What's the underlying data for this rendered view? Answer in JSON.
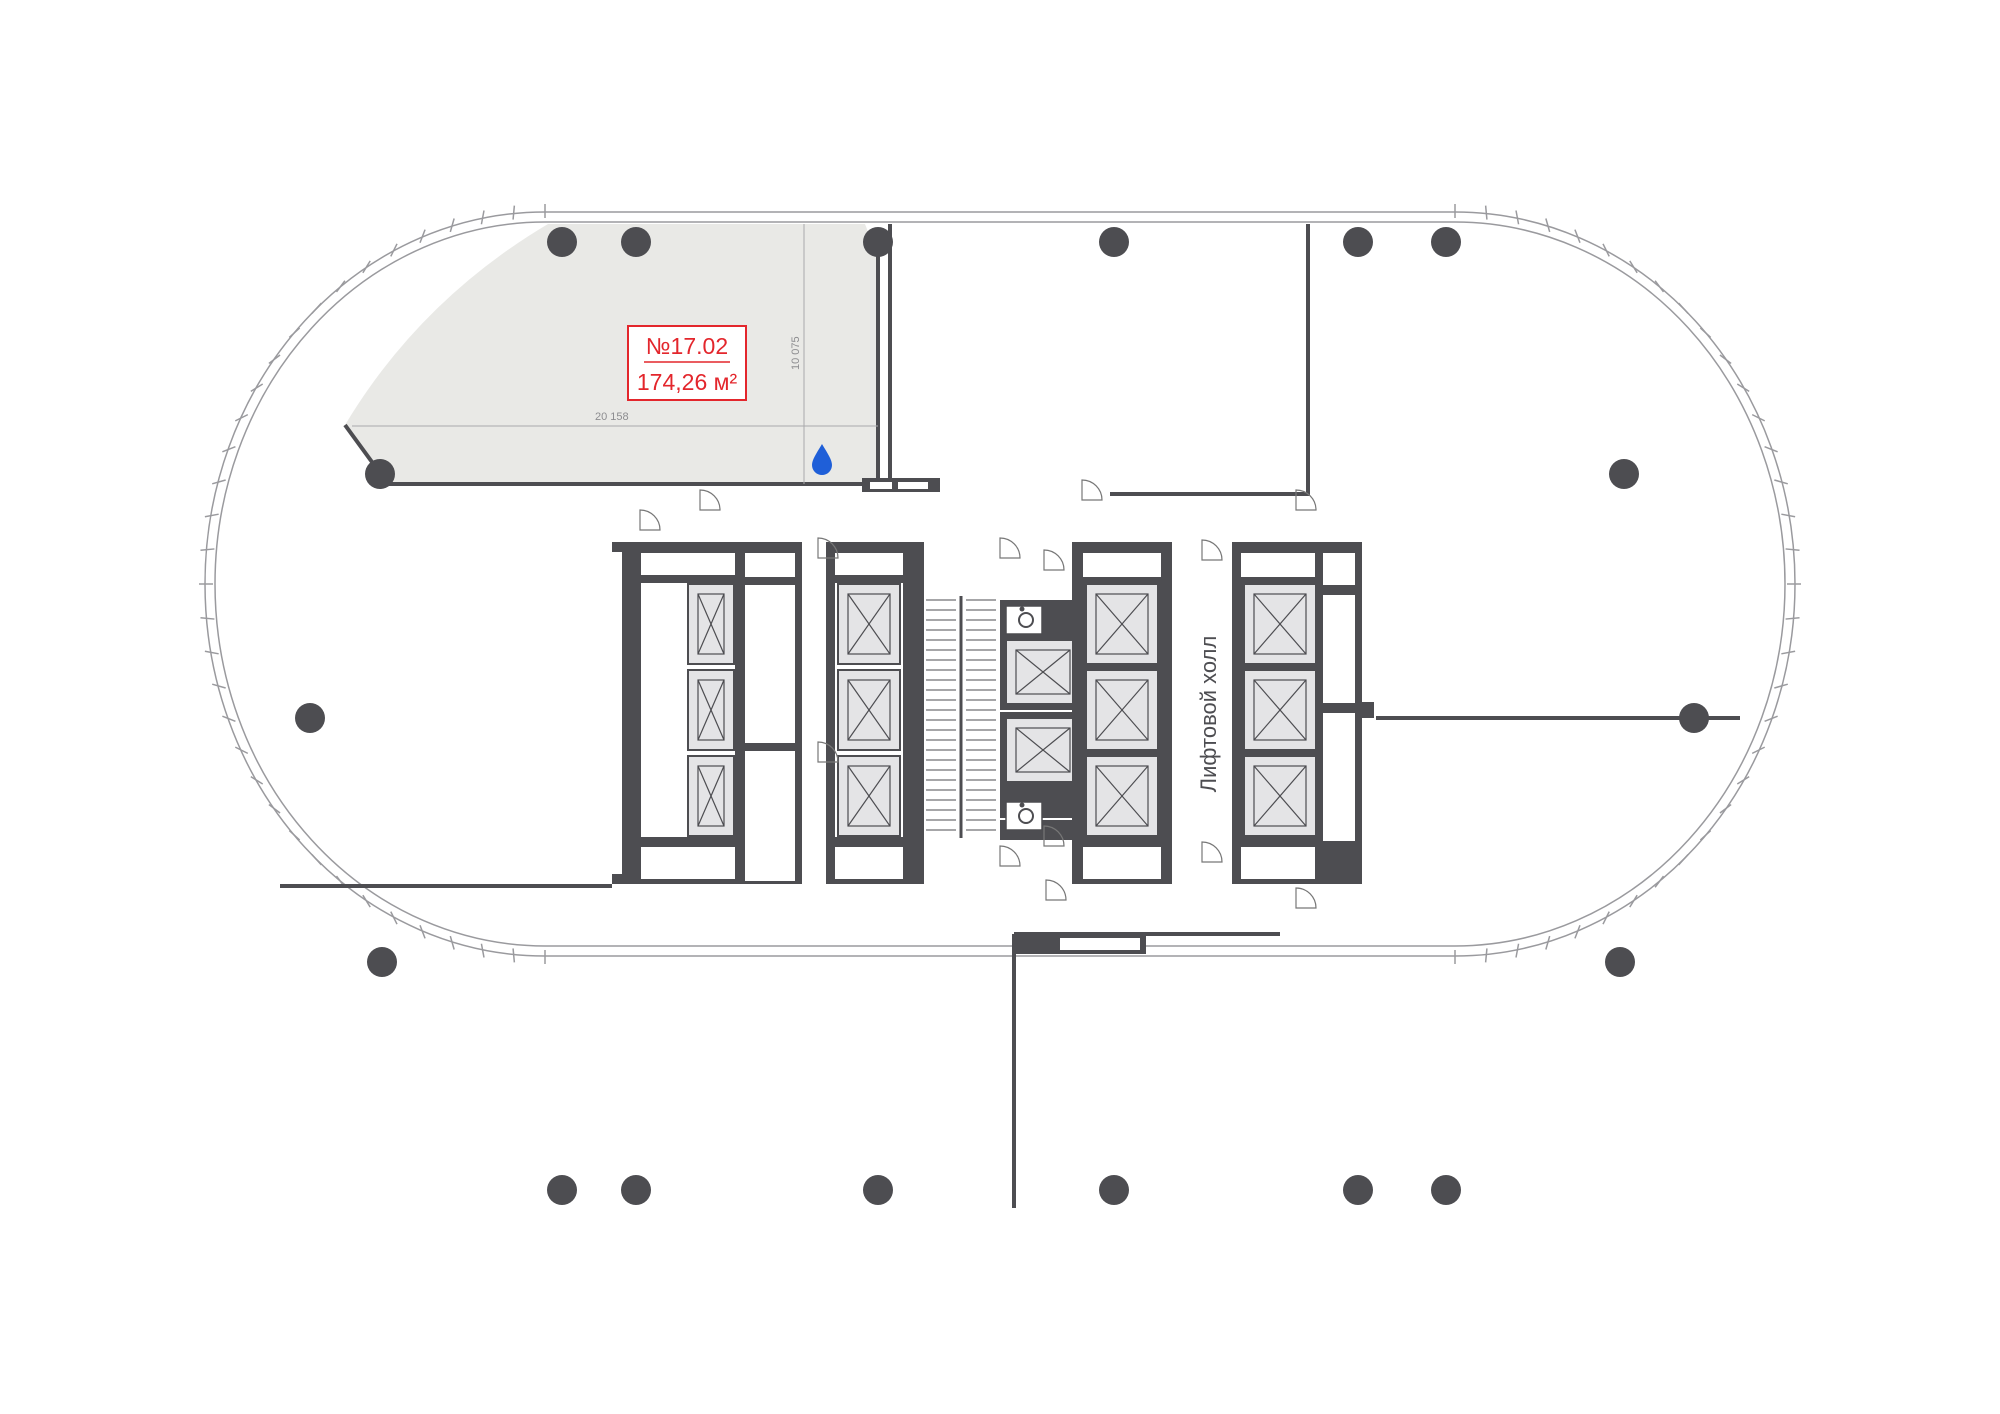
{
  "floor_plan": {
    "unit": {
      "number": "№17.02",
      "area": "174,26 м²",
      "highlight_color": "#e9e9e6",
      "label_color": "#e3262c"
    },
    "dimensions": {
      "width_label": "20 158",
      "depth_label": "10 075"
    },
    "core": {
      "hall_label": "Лифтовой холл"
    },
    "icons": {
      "water": "water-drop-icon",
      "accessible": "wheelchair-icon"
    },
    "colors": {
      "wall": "#4d4d51",
      "lift_fill": "#e4e4e6",
      "water": "#1f5fd8"
    }
  }
}
